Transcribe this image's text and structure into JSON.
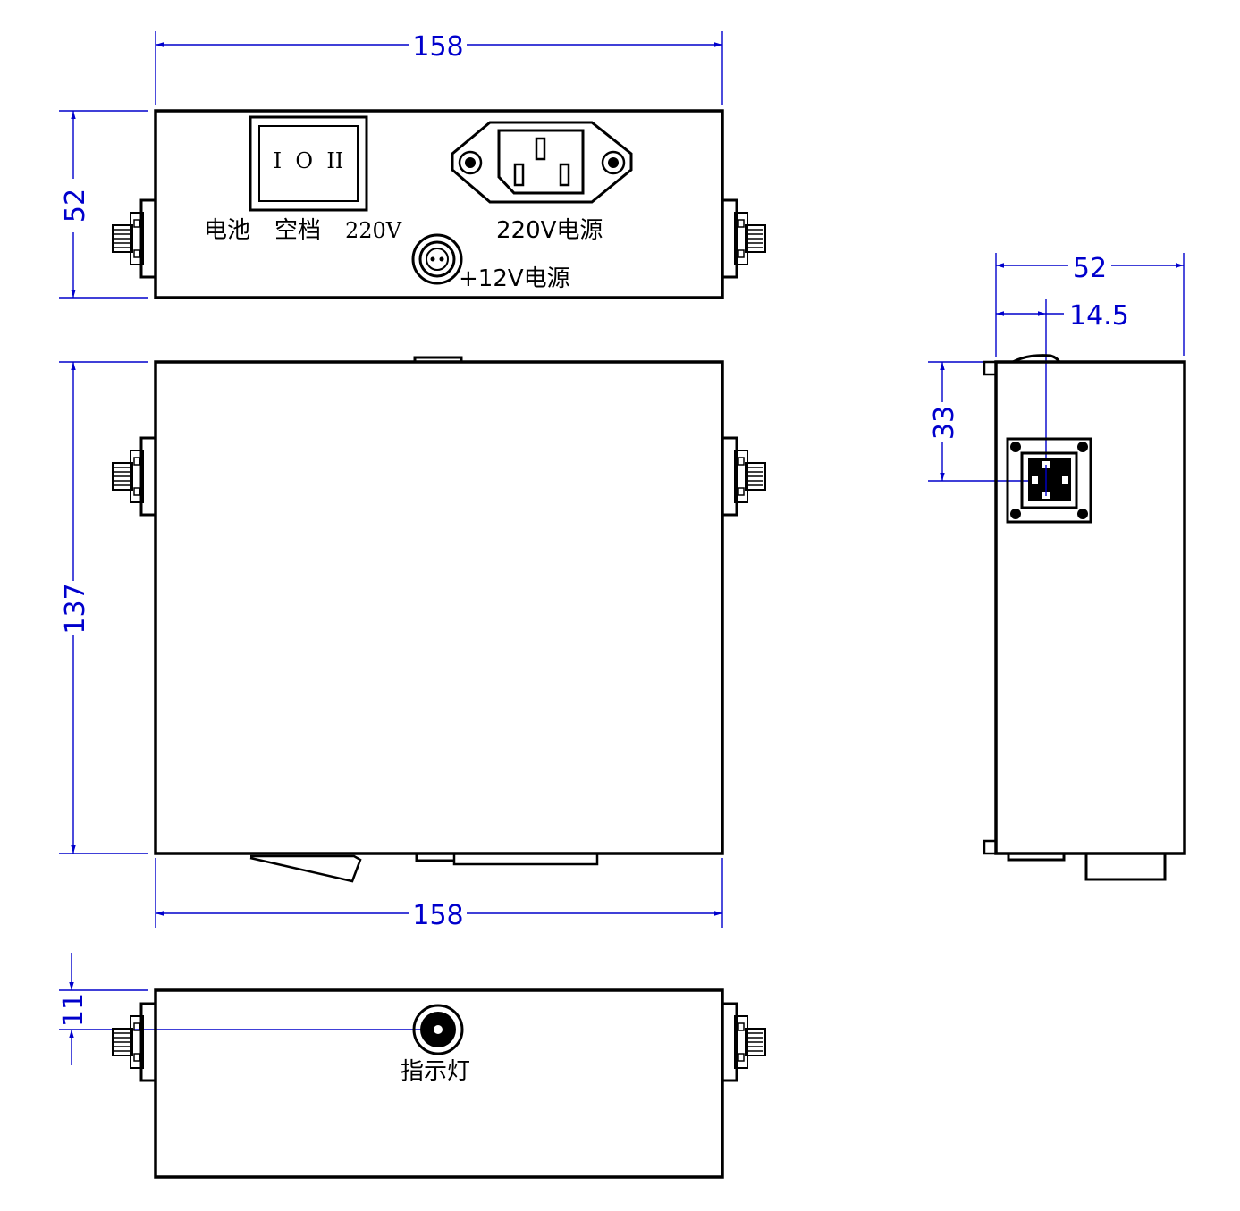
{
  "dimensions": {
    "front_width": "158",
    "front_height": "52",
    "top_height": "137",
    "top_width": "158",
    "side_width": "52",
    "side_offset": "14.5",
    "side_height": "33",
    "bottom_offset": "11"
  },
  "labels": {
    "battery": "电池",
    "neutral": "空档",
    "v220_switch": "220V",
    "switch_symbols": "I  O  II",
    "power_220": "220V电源",
    "power_12": "+12V电源",
    "indicator": "指示灯"
  },
  "colors": {
    "dimension": "#0000cc",
    "outline": "#000000"
  }
}
